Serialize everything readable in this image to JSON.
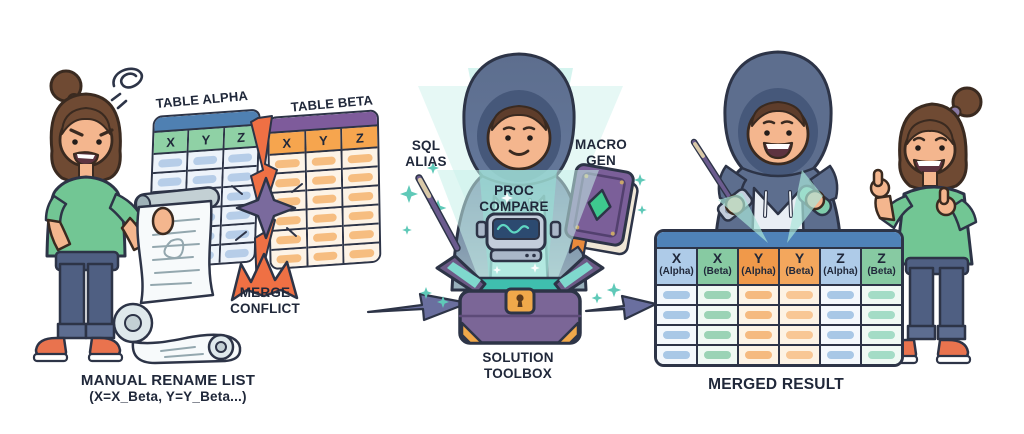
{
  "colors": {
    "ink": "#2d3447",
    "text": "#20283a",
    "skin": "#f4b68e",
    "hair": "#6f4a33",
    "shirt_green": "#72c694",
    "jeans": "#4f5f82",
    "shoe": "#e9734e",
    "hoodie": "#5d6e8e",
    "alpha_bar": "#4f80b2",
    "alpha_head": "#8fd1a5",
    "alpha_pill": "#b6cde8",
    "alpha_row": "#edf3fa",
    "beta_bar": "#7e5b9b",
    "beta_head": "#f6a54e",
    "beta_pill": "#f6bd80",
    "beta_row": "#fdf3e6",
    "merged_bar": "#4f82b8",
    "mh_blue": "#aecbe8",
    "mh_green": "#87caa2",
    "mh_orange": "#f0994a",
    "mh_orange2": "#f3a75d",
    "mp_blue": "#a9c8e6",
    "mp_green": "#9bd3b6",
    "mp_orange": "#f5ba80",
    "mp_orange2": "#f8c795",
    "mp_teal": "#a4dcc6",
    "mrow_blue": "#f4f8fc",
    "mrow_green": "#f0f9f4",
    "mrow_orange": "#fdf3e4",
    "conflict_orange": "#ef7044",
    "conflict_purple": "#7a6a9d",
    "arrow": "#6a6f9f",
    "teal_spark": "#5fc9b8",
    "beam": "#a9e6da",
    "toolbox_purple": "#7b6697",
    "lock_orange": "#f0a84a",
    "robot_gray": "#c3cddb",
    "book_purple": "#7b5f99",
    "diamond_green": "#3ec98e",
    "wand_purple": "#6b5b8e",
    "glow_light": "#c7f0e9",
    "glow_mid": "#97e3d7",
    "scroll_paper": "#f7fafb",
    "scroll_shade": "#dfe9ec",
    "scroll_roll": "#c3d0d4",
    "scroll_line": "#93a7ae"
  },
  "left": {
    "table_alpha": {
      "title": "TABLE ALPHA",
      "columns": [
        "X",
        "Y",
        "Z"
      ],
      "data_rows": 6
    },
    "table_beta": {
      "title": "TABLE BETA",
      "columns": [
        "X",
        "Y",
        "Z"
      ],
      "data_rows": 6
    },
    "conflict_label": "MERGE\nCONFLICT",
    "list_title": "MANUAL RENAME LIST",
    "list_subtitle": "(X=X_Beta, Y=Y_Beta...)"
  },
  "middle": {
    "sql_alias_label": "SQL\nALIAS",
    "proc_compare_label": "PROC\nCOMPARE",
    "macro_gen_label": "MACRO\nGEN",
    "toolbox_label": "SOLUTION\nTOOLBOX"
  },
  "right": {
    "merged": {
      "title": "MERGED RESULT",
      "headers": [
        {
          "name": "X",
          "source": "(Alpha)"
        },
        {
          "name": "X",
          "source": "(Beta)"
        },
        {
          "name": "Y",
          "source": "(Alpha)"
        },
        {
          "name": "Y",
          "source": "(Beta)"
        },
        {
          "name": "Z",
          "source": "(Alpha)"
        },
        {
          "name": "Z",
          "source": "(Beta)"
        }
      ],
      "data_rows": 4
    }
  }
}
